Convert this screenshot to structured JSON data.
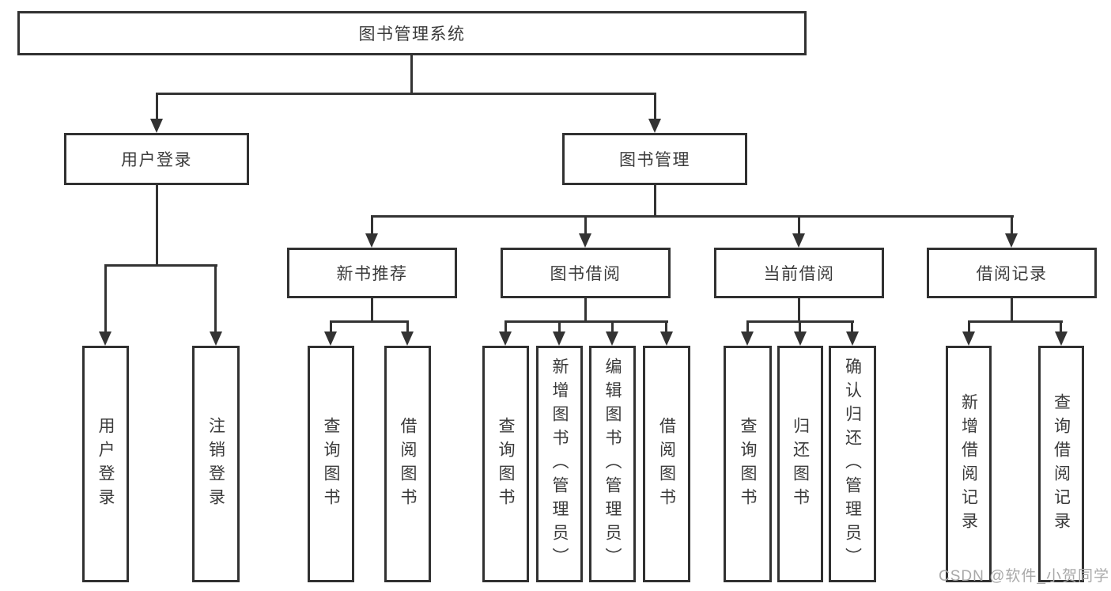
{
  "diagram": {
    "root": "图书管理系统",
    "user_login": "用户登录",
    "book_management": "图书管理",
    "new_book_recommendation": "新书推荐",
    "book_borrowing": "图书借阅",
    "current_borrowing": "当前借阅",
    "borrowing_records": "借阅记录",
    "user_login_children": {
      "login": "用户登录",
      "logout": "注销登录"
    },
    "new_book_children": {
      "query_books": "查询图书",
      "borrow_books": "借阅图书"
    },
    "book_borrowing_children": {
      "query_books": "查询图书",
      "add_books": "新增图书（管理员）",
      "edit_books": "编辑图书（管理员）",
      "borrow_books": "借阅图书"
    },
    "current_borrowing_children": {
      "query_books": "查询图书",
      "return_books": "归还图书",
      "confirm_return": "确认归还（管理员）"
    },
    "borrowing_records_children": {
      "add_record": "新增借阅记录",
      "query_record": "查询借阅记录"
    }
  },
  "watermark": "CSDN @软件_小贺同学",
  "colors": {
    "line": "#333333",
    "box_border": "#313131",
    "text": "#3b3b3b",
    "watermark": "#a9a9a9",
    "background": "#ffffff"
  }
}
